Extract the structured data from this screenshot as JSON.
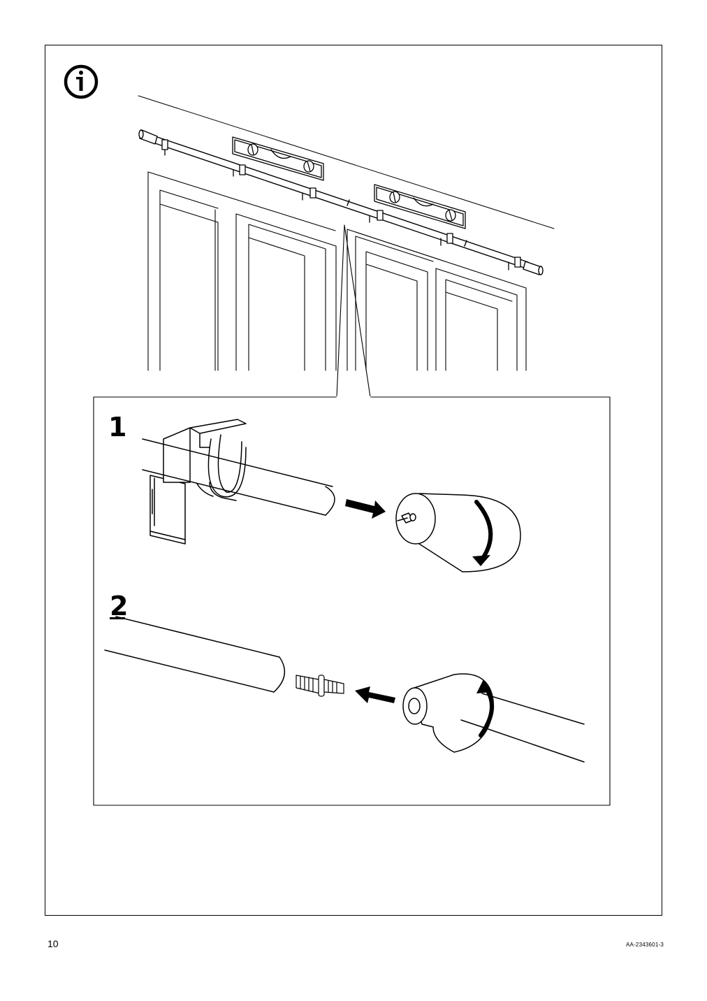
{
  "page": {
    "number": "10",
    "doc_code": "AA-2343601-3"
  },
  "info_icon": {
    "glyph": "i",
    "icon": "info-circle-icon"
  },
  "steps": [
    {
      "label": "1"
    },
    {
      "label": "2"
    }
  ]
}
